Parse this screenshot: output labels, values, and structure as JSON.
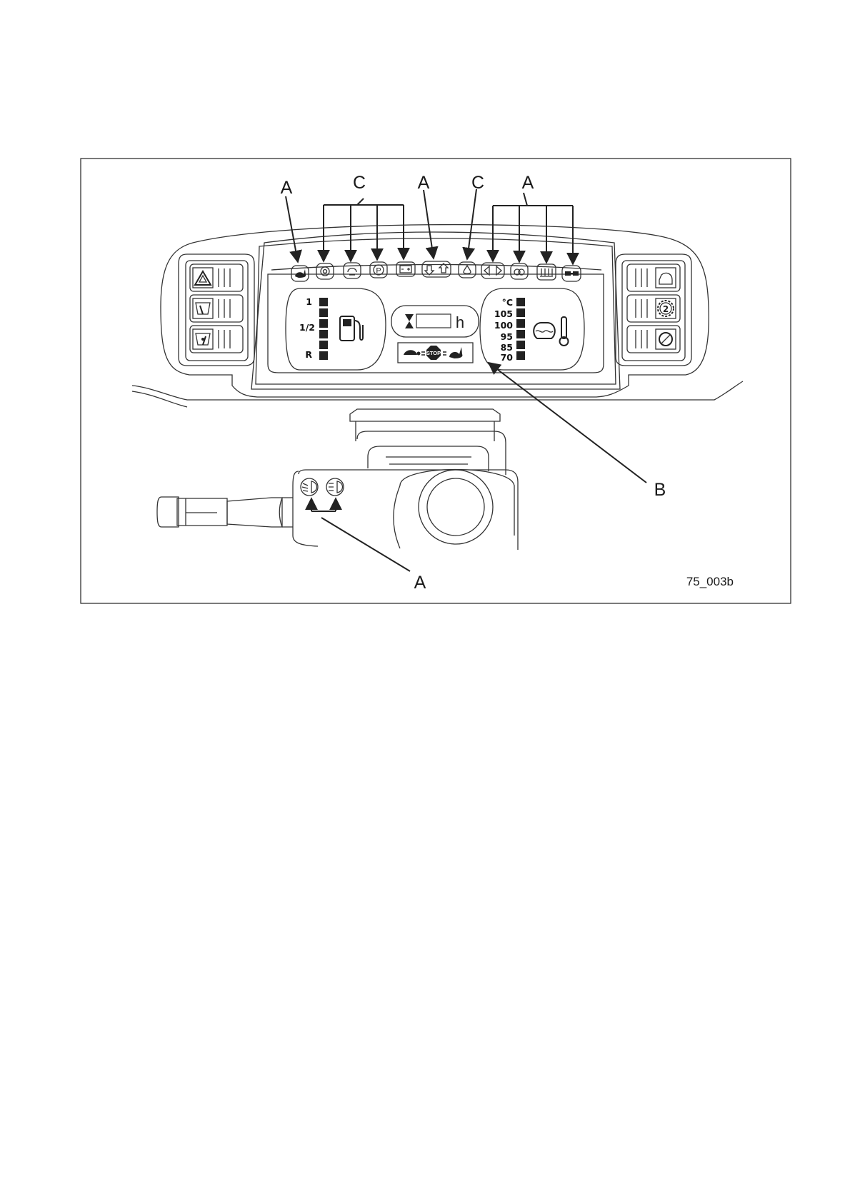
{
  "figure": {
    "callouts": {
      "a1": "A",
      "c1": "C",
      "a2": "A",
      "c2": "C",
      "a3": "A",
      "b": "B",
      "a4": "A"
    },
    "caption": "75_003b"
  },
  "warning_lights": [
    {
      "icon": "rabbit-icon"
    },
    {
      "icon": "brake-fluid-icon"
    },
    {
      "icon": "engine-preheat-icon"
    },
    {
      "icon": "parking-brake-icon"
    },
    {
      "icon": "battery-icon"
    },
    {
      "icon": "gear-up-down-icon"
    },
    {
      "icon": "oil-pressure-icon"
    },
    {
      "icon": "turn-signal-icon"
    },
    {
      "icon": "air-filter-icon"
    },
    {
      "icon": "rear-defrost-icon"
    },
    {
      "icon": "trailer-icon"
    }
  ],
  "fuel_gauge": {
    "labels": {
      "full": "1",
      "half": "1/2",
      "reserve": "R"
    },
    "icon": "fuel-pump-icon"
  },
  "hour_meter": {
    "unit": "h",
    "icon": "hourglass-icon"
  },
  "speed_indicator": {
    "center_label": "STOP",
    "icons": [
      "turtle-icon",
      "rabbit-icon"
    ]
  },
  "temperature_gauge": {
    "unit": "°C",
    "scale": [
      "105",
      "100",
      "95",
      "85",
      "70"
    ],
    "icon": "coolant-temperature-icon"
  },
  "left_switches": [
    {
      "icon": "hazard-warning-icon"
    },
    {
      "icon": "front-wiper-icon"
    },
    {
      "icon": "rear-wiper-icon"
    }
  ],
  "right_switches": [
    {
      "icon": "work-light-icon"
    },
    {
      "icon": "second-function-icon",
      "label": "2"
    },
    {
      "icon": "rotating-beacon-icon"
    }
  ],
  "stalk": {
    "indicators": [
      "dipped-beam-icon",
      "main-beam-icon"
    ]
  }
}
